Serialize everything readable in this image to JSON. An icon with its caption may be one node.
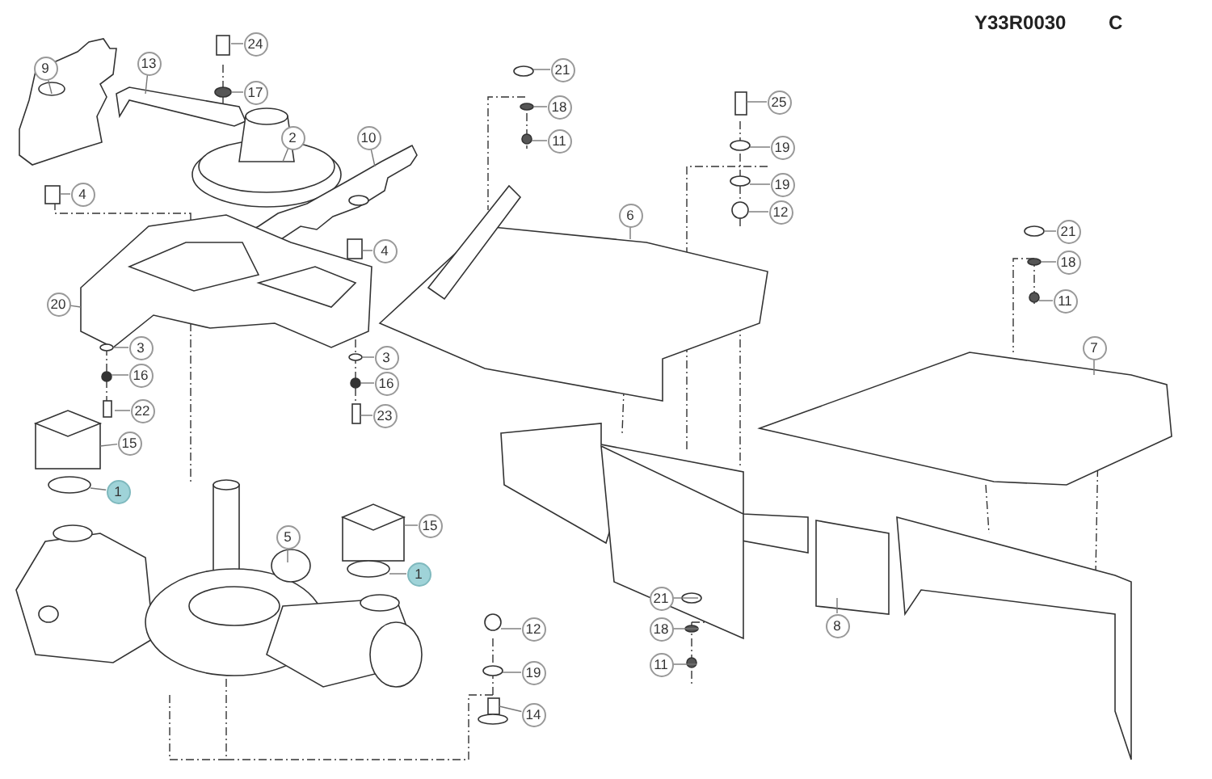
{
  "diagram": {
    "nodes": [
      {
        "text": [
          "24"
        ]
      },
      {
        "text": [
          "17"
        ]
      },
      {
        "text": [
          "9"
        ]
      },
      {
        "text": [
          "13"
        ]
      },
      {
        "text": [
          "2"
        ]
      },
      {
        "text": [
          "10"
        ]
      },
      {
        "text": [
          "4"
        ]
      },
      {
        "text": [
          "4"
        ]
      },
      {
        "text": [
          "20"
        ]
      },
      {
        "text": [
          "3"
        ]
      },
      {
        "text": [
          "16"
        ]
      },
      {
        "text": [
          "22"
        ]
      },
      {
        "text": [
          "3"
        ]
      },
      {
        "text": [
          "16"
        ]
      },
      {
        "text": [
          "23"
        ]
      },
      {
        "text": [
          "15"
        ]
      },
      {
        "text": [
          "1"
        ]
      },
      {
        "text": [
          "5"
        ]
      },
      {
        "text": [
          "15"
        ]
      },
      {
        "text": [
          "1"
        ]
      },
      {
        "text": [
          "21"
        ]
      },
      {
        "text": [
          "18"
        ]
      },
      {
        "text": [
          "11"
        ]
      },
      {
        "text": [
          "25"
        ]
      },
      {
        "text": [
          "19"
        ]
      },
      {
        "text": [
          "19"
        ]
      },
      {
        "text": [
          "12"
        ]
      },
      {
        "text": [
          "6"
        ]
      },
      {
        "text": [
          "21"
        ]
      },
      {
        "text": [
          "18"
        ]
      },
      {
        "text": [
          "11"
        ]
      },
      {
        "text": [
          "7"
        ]
      },
      {
        "text": [
          "21"
        ]
      },
      {
        "text": [
          "18"
        ]
      },
      {
        "text": [
          "11"
        ]
      },
      {
        "text": [
          "12"
        ]
      },
      {
        "text": [
          "19"
        ]
      },
      {
        "text": [
          "14"
        ]
      },
      {
        "text": [
          "8"
        ]
      }
    ],
    "edges": [
      {
        "from": 0,
        "to": null,
        "arrow": "none"
      },
      {
        "from": 1,
        "to": null,
        "arrow": "none"
      },
      {
        "from": 2,
        "to": null,
        "arrow": "none"
      },
      {
        "from": 3,
        "to": null,
        "arrow": "none"
      },
      {
        "from": 4,
        "to": null,
        "arrow": "none"
      },
      {
        "from": 5,
        "to": null,
        "arrow": "none"
      },
      {
        "from": 6,
        "to": null,
        "arrow": "none"
      },
      {
        "from": 7,
        "to": null,
        "arrow": "none"
      },
      {
        "from": 8,
        "to": null,
        "arrow": "none"
      },
      {
        "from": 9,
        "to": null,
        "arrow": "none"
      },
      {
        "from": 10,
        "to": null,
        "arrow": "none"
      },
      {
        "from": 11,
        "to": null,
        "arrow": "none"
      },
      {
        "from": 12,
        "to": null,
        "arrow": "none"
      },
      {
        "from": 13,
        "to": null,
        "arrow": "none"
      },
      {
        "from": 14,
        "to": null,
        "arrow": "none"
      },
      {
        "from": 15,
        "to": null,
        "arrow": "none"
      },
      {
        "from": 16,
        "to": null,
        "arrow": "none"
      },
      {
        "from": 17,
        "to": null,
        "arrow": "none"
      },
      {
        "from": 18,
        "to": null,
        "arrow": "none"
      },
      {
        "from": 19,
        "to": null,
        "arrow": "none"
      },
      {
        "from": 20,
        "to": null,
        "arrow": "none"
      },
      {
        "from": 21,
        "to": null,
        "arrow": "none"
      },
      {
        "from": 22,
        "to": null,
        "arrow": "none"
      },
      {
        "from": 23,
        "to": null,
        "arrow": "none"
      },
      {
        "from": 24,
        "to": null,
        "arrow": "none"
      },
      {
        "from": 25,
        "to": null,
        "arrow": "none"
      },
      {
        "from": 26,
        "to": null,
        "arrow": "none"
      },
      {
        "from": 27,
        "to": null,
        "arrow": "none"
      },
      {
        "from": 28,
        "to": null,
        "arrow": "none"
      },
      {
        "from": 29,
        "to": null,
        "arrow": "none"
      },
      {
        "from": 30,
        "to": null,
        "arrow": "none"
      },
      {
        "from": 31,
        "to": null,
        "arrow": "none"
      },
      {
        "from": 32,
        "to": null,
        "arrow": "none"
      },
      {
        "from": 33,
        "to": null,
        "arrow": "none"
      },
      {
        "from": 34,
        "to": null,
        "arrow": "none"
      },
      {
        "from": 35,
        "to": null,
        "arrow": "none"
      },
      {
        "from": 36,
        "to": null,
        "arrow": "none"
      },
      {
        "from": 37,
        "to": null,
        "arrow": "none"
      },
      {
        "from": 38,
        "to": null,
        "arrow": "none"
      }
    ],
    "labels": [
      "Y33R0030",
      "C"
    ]
  }
}
